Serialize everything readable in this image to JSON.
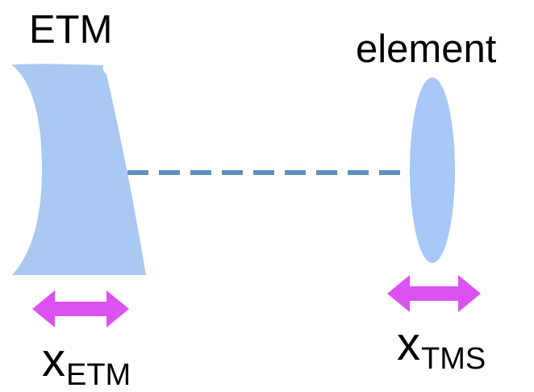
{
  "labels": {
    "etm": "ETM",
    "element": "element",
    "x_etm": {
      "main": "x",
      "subscript": "ETM"
    },
    "x_tms": {
      "main": "x",
      "subscript": "TMS"
    }
  },
  "colors": {
    "mirror_fill": "#a9c8f2",
    "lens_fill": "#a8c8f8",
    "beam_dash": "#5f8fbd",
    "arrow_fill": "#dc52f0",
    "text": "#000000",
    "background": "#ffffff"
  },
  "icons": {
    "etm_arrow": "double-headed-arrow-icon",
    "tms_arrow": "double-headed-arrow-icon"
  }
}
